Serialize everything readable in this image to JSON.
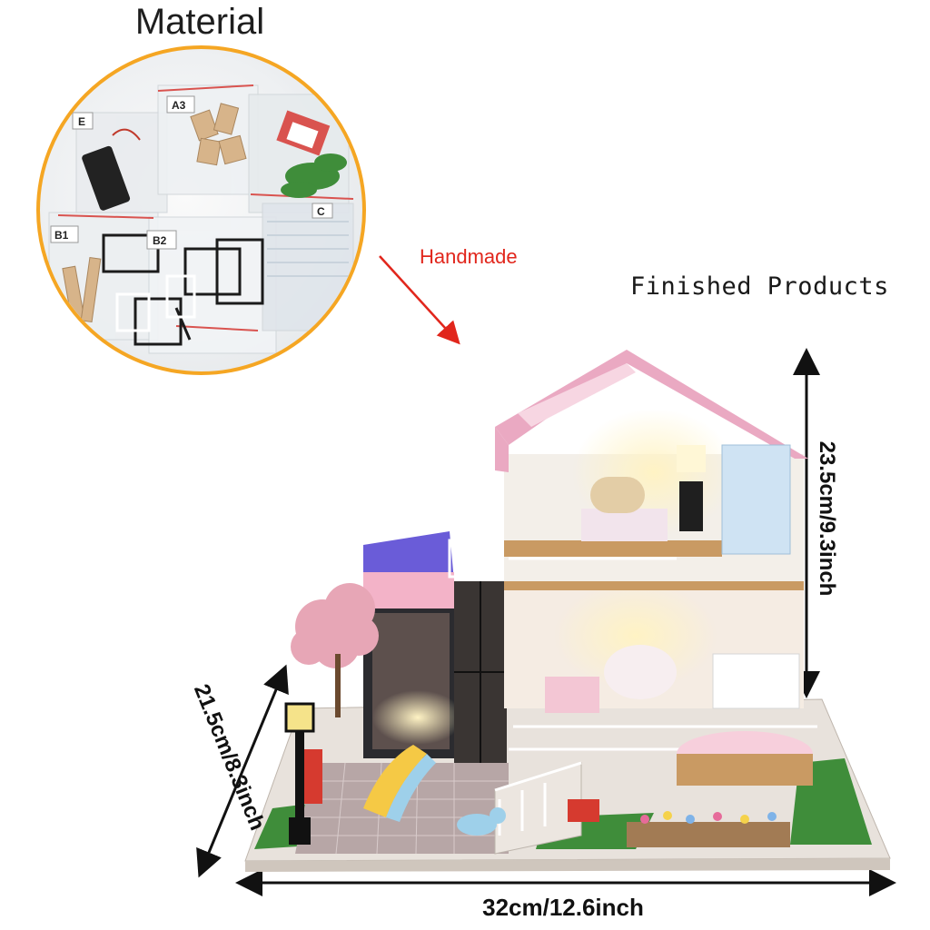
{
  "labels": {
    "material": "Material",
    "handmade": "Handmade",
    "finished": "Finished Products",
    "width": "32cm/12.6inch",
    "height": "23.5cm/9.3inch",
    "depth": "21.5cm/8.3inch"
  },
  "bag_tags": [
    "A3",
    "E",
    "B1",
    "B2",
    "C"
  ],
  "colors": {
    "circle_border": "#f5a623",
    "arrow_red": "#e1261c",
    "roof_pink": "#eaa9c2",
    "wood": "#c99a63",
    "grass": "#3f8d3a"
  }
}
